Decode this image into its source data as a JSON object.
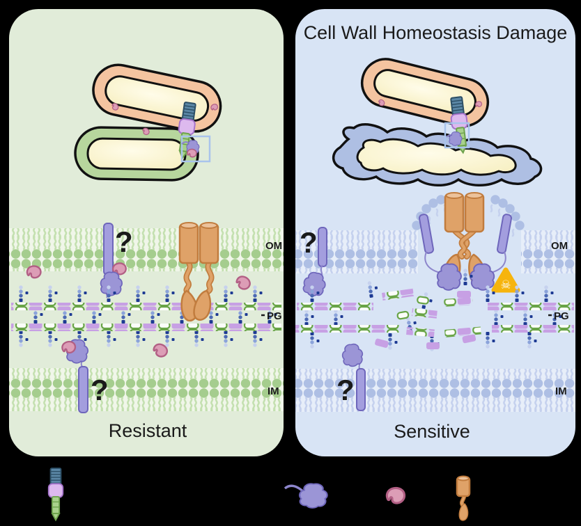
{
  "colors": {
    "bg": "#000000",
    "panel_left": "#e1ecd9",
    "panel_right": "#d8e4f5",
    "band_bg_green": "#f0f6e9",
    "band_bg_blue": "#e7eef9",
    "lipid_head_green": "#a5cd8e",
    "lipid_tail_green": "#c4e0b0",
    "lipid_head_blue": "#aebfe4",
    "lipid_tail_blue": "#c5d1ee",
    "pg_purple": "#c7a0e4",
    "pg_green_stroke": "#68a446",
    "pg_green_fill": "#fbfdf9",
    "xl_light": "#c6d1ee",
    "xl_mid": "#8ba3da",
    "xl_dark": "#4c69b4",
    "xl_square": "#1d3a93",
    "tm_fill": "#a39ede",
    "tm_stroke": "#6e66bb",
    "blob_fill": "#9b95d6",
    "blob_stroke": "#6e66bb",
    "bean_fill": "#dc9db6",
    "bean_stroke": "#b25f84",
    "barrel_fill": "#dfa268",
    "barrel_stroke": "#c17c3e",
    "barrel_top": "#ecc29b",
    "attacker_fill": "#f4c4a0",
    "target_green": "#b7d69d",
    "target_blue": "#aebfe3",
    "lumen_1": "#fffce9",
    "lumen_2": "#f6eebe",
    "outline": "#111111",
    "needle_sheath": "#5b87a6",
    "needle_sheath_stroke": "#2c4f66",
    "needle_base": "#ddb9ee",
    "needle_base_stroke": "#a674cc",
    "needle_tube": "#a8d18b",
    "needle_tube_stroke": "#6da24c",
    "warning": "#f6b40d",
    "warning_glyph": "#ffffff",
    "box_stroke": "#a9c4ec",
    "tether": "#8d86cc",
    "text": "#1a1a1a"
  },
  "left_panel": {
    "bottom_label": "Resistant",
    "om": "OM",
    "pg": "PG",
    "im": "IM",
    "q_om": "?",
    "q_im": "?"
  },
  "right_panel": {
    "title": "Cell Wall Homeostasis Damage",
    "bottom_label": "Sensitive",
    "om": "OM",
    "pg": "PG",
    "im": "IM",
    "q_om": "?",
    "q_im": "?"
  },
  "warning_glyph": "☠",
  "legend": {
    "items": [
      {
        "icon": "t6ss-spike-icon"
      },
      {
        "icon": "effector-protein-icon"
      },
      {
        "icon": "periplasmic-cargo-icon"
      },
      {
        "icon": "om-barrel-protein-icon"
      }
    ]
  }
}
